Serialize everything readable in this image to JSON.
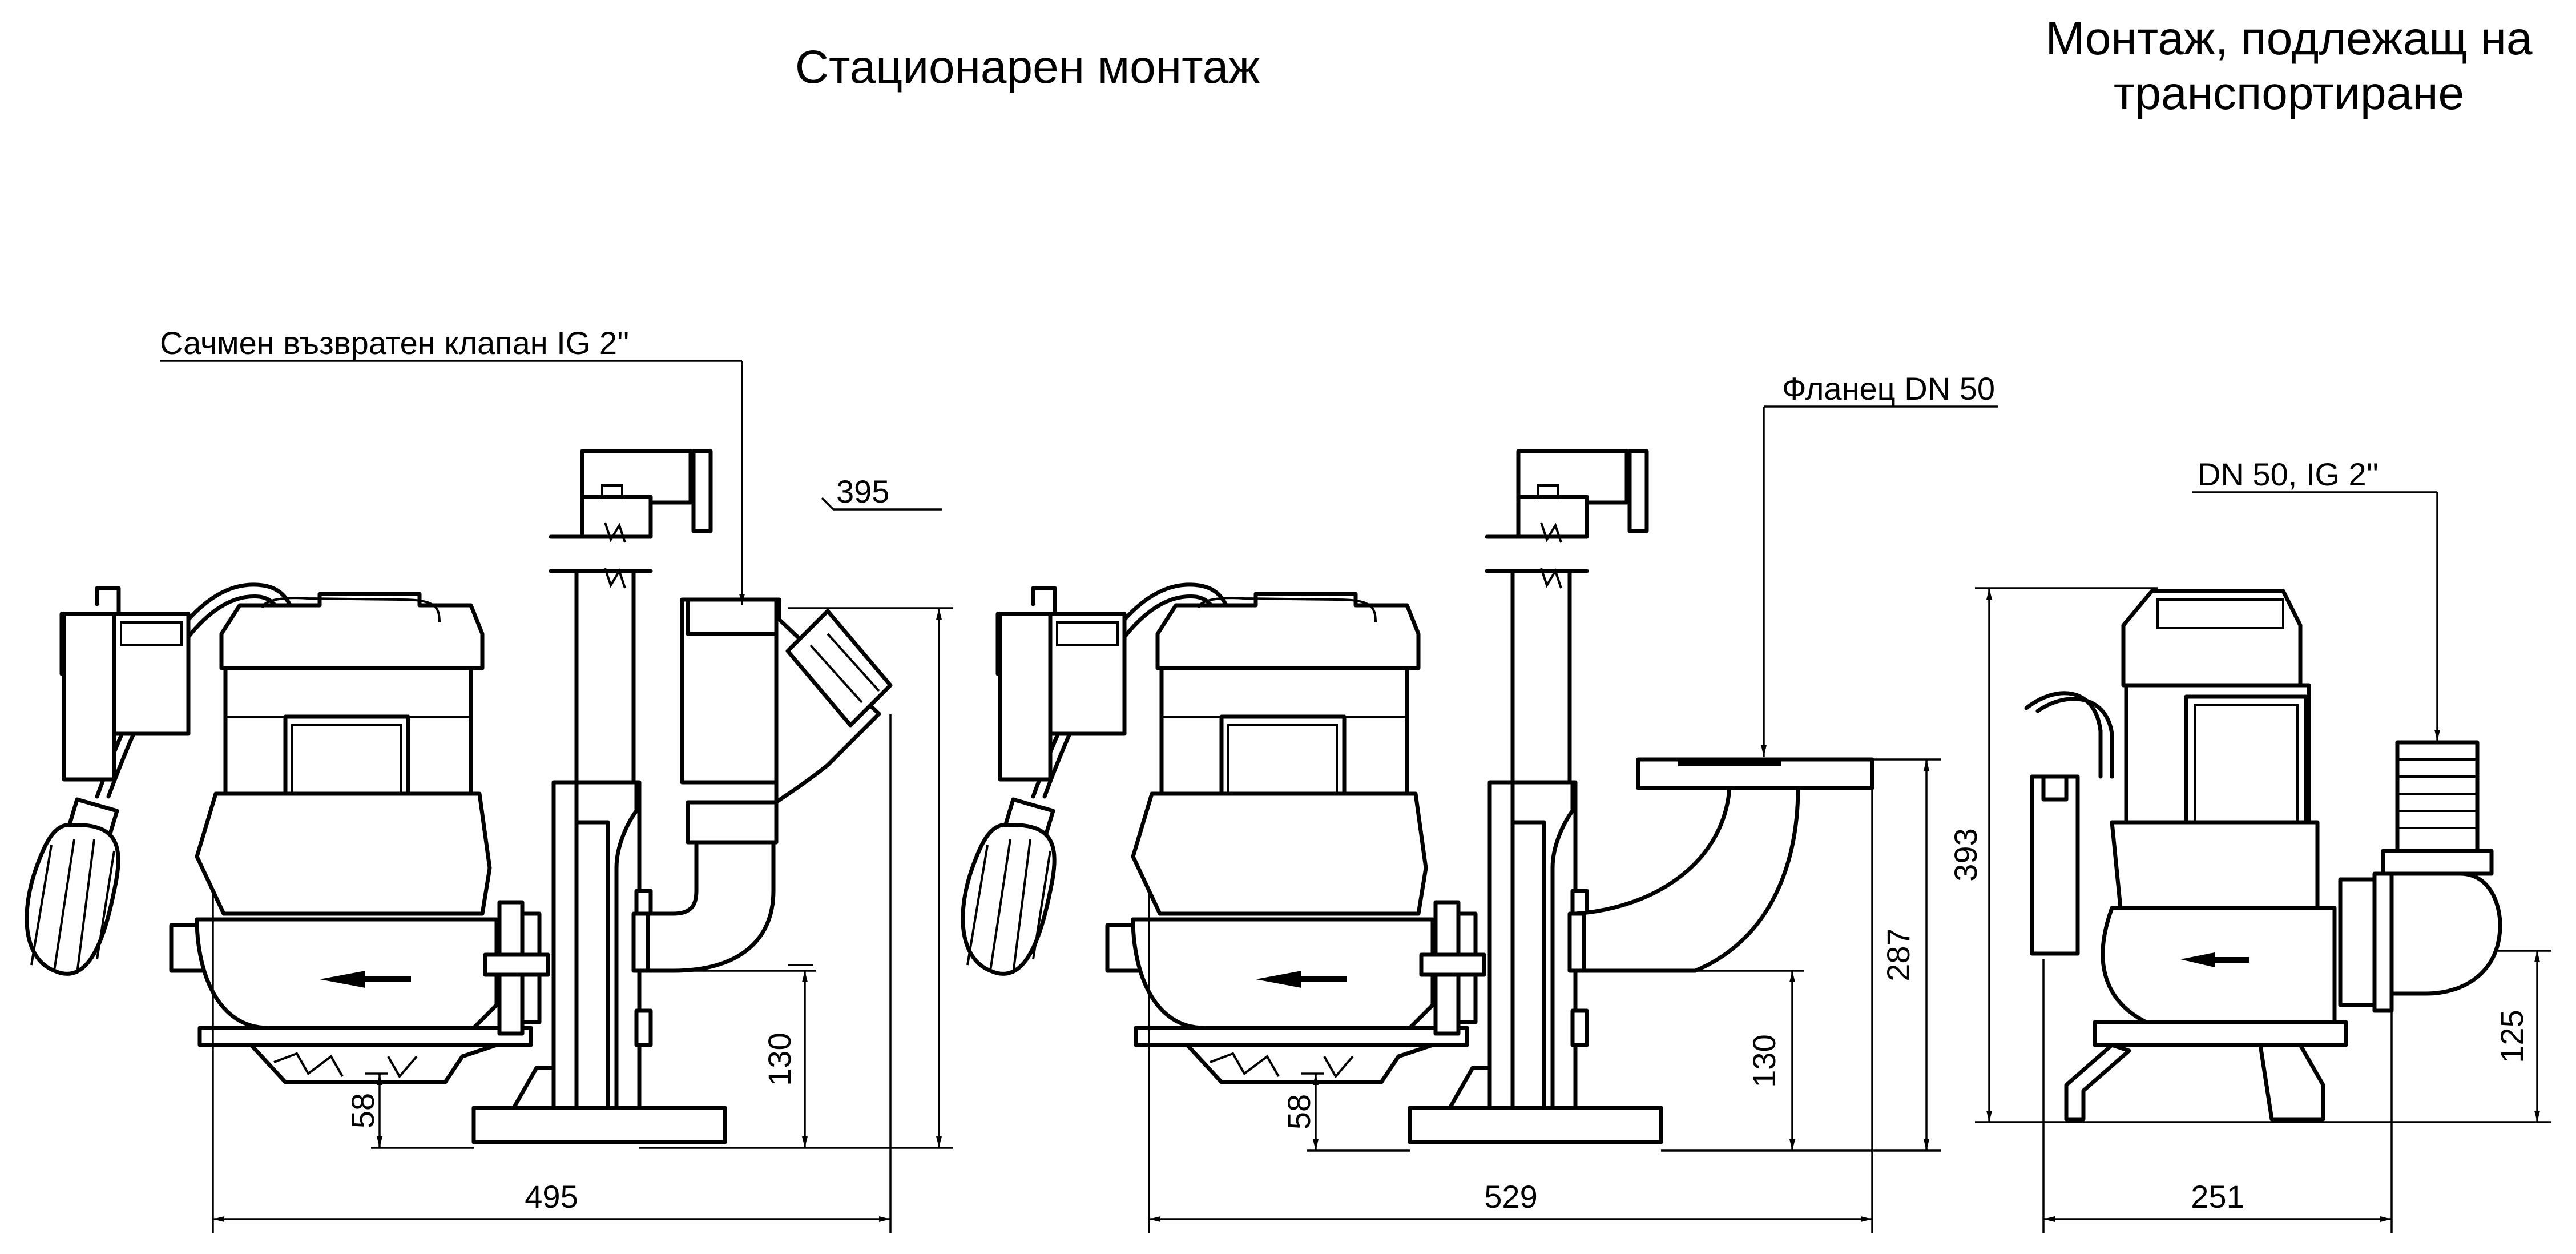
{
  "headings": {
    "stationary": "Стационарен монтаж",
    "transportable": "Монтаж, подлежащ на транспортиране"
  },
  "callouts": {
    "check_valve": "Сачмен възвратен клапан IG 2''",
    "flange": "Фланец DN 50",
    "hose": "DN 50, IG 2''"
  },
  "dimensions": {
    "v1_top": "395",
    "v1_outlet": "130",
    "v1_base": "58",
    "v1_width": "495",
    "v2_outlet": "130",
    "v2_height": "287",
    "v2_base": "58",
    "v2_width": "529",
    "v3_height": "393",
    "v3_outlet": "125",
    "v3_width": "251"
  }
}
